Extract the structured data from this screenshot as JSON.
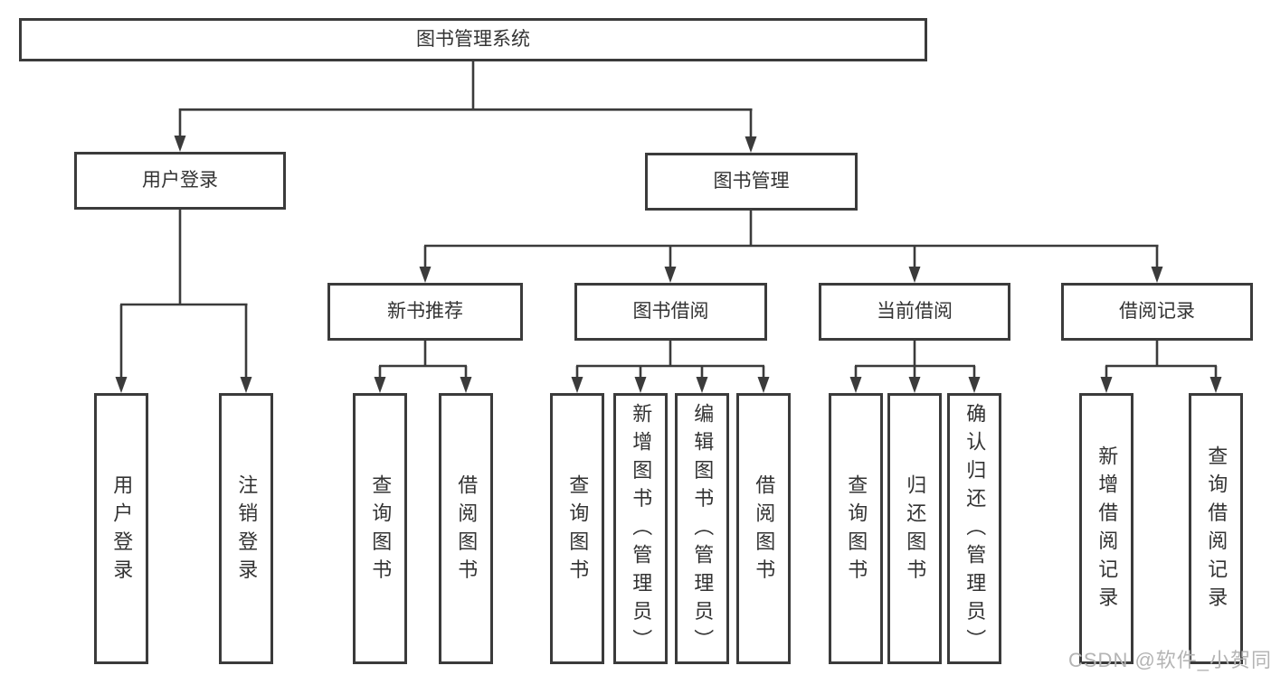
{
  "colors": {
    "line": "#3b3b3b",
    "box_border": "#3b3b3b",
    "text": "#333333",
    "background": "#ffffff",
    "watermark": "#b4b4b4"
  },
  "watermark": {
    "text": "CSDN @软件_小贺同学"
  },
  "diagram": {
    "title": "图书管理系统",
    "branches": [
      {
        "label": "用户登录",
        "children": [
          {
            "label": "用户登录"
          },
          {
            "label": "注销登录"
          }
        ]
      },
      {
        "label": "图书管理",
        "children": [
          {
            "label": "新书推荐",
            "children": [
              {
                "label": "查询图书"
              },
              {
                "label": "借阅图书"
              }
            ]
          },
          {
            "label": "图书借阅",
            "children": [
              {
                "label": "查询图书"
              },
              {
                "label": "新增图书（管理员）"
              },
              {
                "label": "编辑图书（管理员）"
              },
              {
                "label": "借阅图书"
              }
            ]
          },
          {
            "label": "当前借阅",
            "children": [
              {
                "label": "查询图书"
              },
              {
                "label": "归还图书"
              },
              {
                "label": "确认归还（管理员）"
              }
            ]
          },
          {
            "label": "借阅记录",
            "children": [
              {
                "label": "新增借阅记录"
              },
              {
                "label": "查询借阅记录"
              }
            ]
          }
        ]
      }
    ]
  }
}
